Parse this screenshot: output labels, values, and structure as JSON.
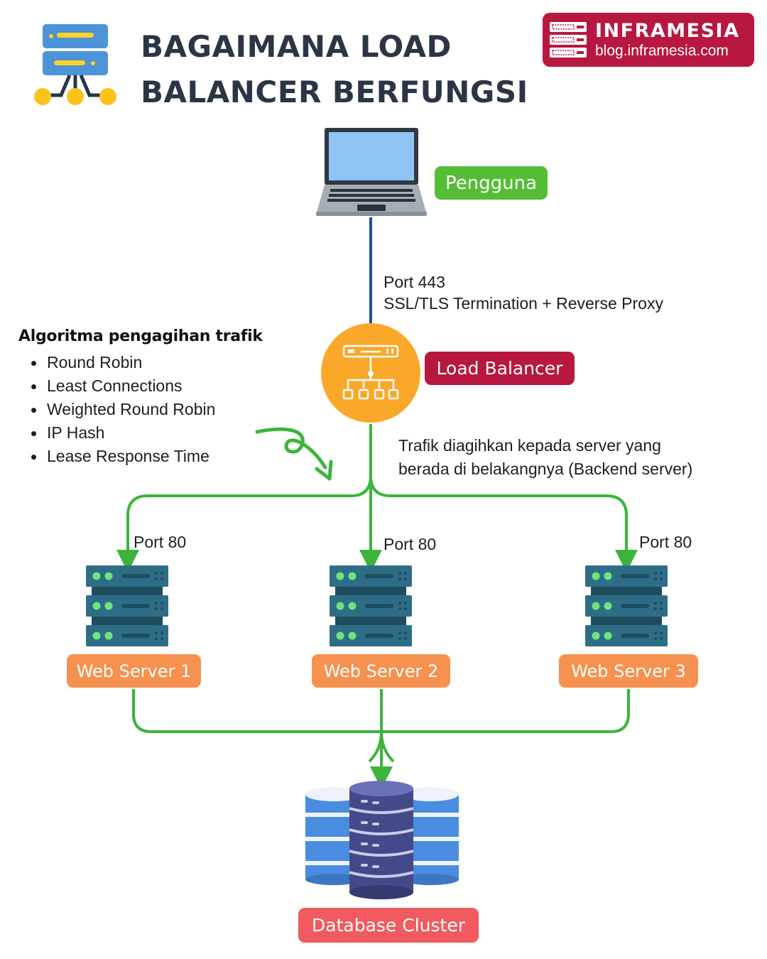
{
  "header": {
    "title_line1": "BAGAIMANA LOAD",
    "title_line2": "BALANCER BERFUNGSI",
    "icon": "load-balancer-icon"
  },
  "brand": {
    "name": "INFRAMESIA",
    "url": "blog.inframesia.com",
    "icon": "server-rack-icon",
    "color": "#b8173f"
  },
  "nodes": {
    "user": {
      "label": "Pengguna",
      "icon": "laptop-icon",
      "color": "#54bd34"
    },
    "load_balancer": {
      "label": "Load Balancer",
      "icon": "network-switch-icon",
      "color": "#b8173f",
      "circle_color": "#fba72a"
    },
    "web_servers": [
      {
        "label": "Web Server 1",
        "port": "Port 80",
        "icon": "server-icon"
      },
      {
        "label": "Web Server 2",
        "port": "Port 80",
        "icon": "server-icon"
      },
      {
        "label": "Web Server 3",
        "port": "Port 80",
        "icon": "server-icon"
      }
    ],
    "web_server_color": "#f6914f",
    "database": {
      "label": "Database Cluster",
      "icon": "database-cluster-icon",
      "color": "#f15a5e"
    }
  },
  "edges": {
    "user_to_lb": {
      "line1": "Port 443",
      "line2": "SSL/TLS Termination + Reverse Proxy",
      "color": "#1f4fa0"
    },
    "lb_to_servers": {
      "line1": "Trafik diagihkan kepada server yang",
      "line2": "berada di belakangnya (Backend server)",
      "color": "#3cb43c"
    }
  },
  "algorithms": {
    "title": "Algoritma pengagihan trafik",
    "items": [
      "Round Robin",
      "Least Connections",
      "Weighted Round Robin",
      "IP Hash",
      "Lease Response Time"
    ]
  }
}
